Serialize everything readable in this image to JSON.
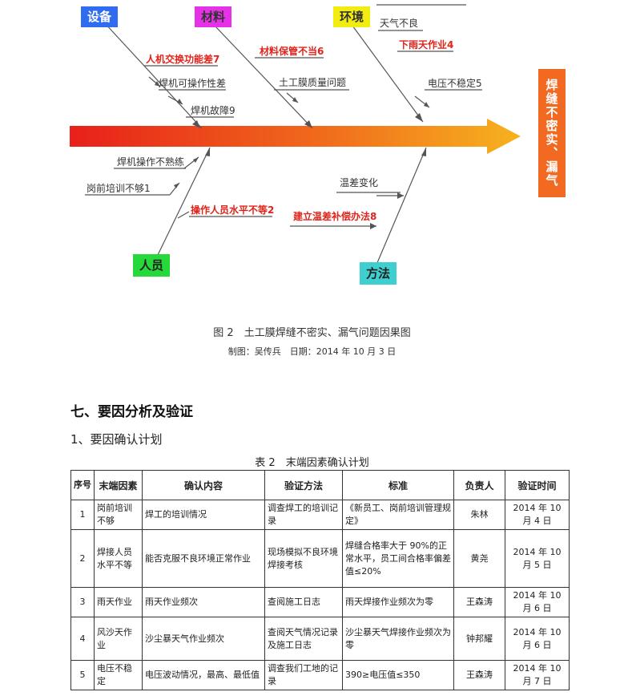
{
  "diagram": {
    "categories": {
      "equipment": "设备",
      "material": "材料",
      "environment": "环境",
      "people": "人员",
      "method": "方法"
    },
    "effect": "焊缝不密实、漏气",
    "causes": {
      "hmi": "人机交换功能差7",
      "operability": "焊机可操作性差",
      "welder_fault": "焊机故障9",
      "storage": "材料保管不当6",
      "membrane_quality": "土工膜质量问题",
      "bad_weather": "天气不良",
      "rain_work": "下雨天作业4",
      "voltage": "电压不稳定5",
      "unskilled": "焊机操作不熟练",
      "training": "岗前培训不够1",
      "uneven_level": "操作人员水平不等2",
      "temp_change": "温差变化",
      "temp_comp": "建立温差补偿办法8"
    },
    "colors": {
      "equipment": "#2f6cf0",
      "material": "#e632e6",
      "environment": "#f2ec10",
      "people": "#27d83a",
      "method": "#3fcfd0",
      "effect": "#f26a22"
    }
  },
  "figure": {
    "caption": "图 2　土工膜焊缝不密实、漏气问题因果图",
    "credit": "制图：吴传兵　日期：2014 年 10 月 3 日"
  },
  "section": {
    "heading": "七、要因分析及验证",
    "subheading": "1、要因确认计划"
  },
  "table": {
    "caption": "表 2　末端因素确认计划",
    "headers": [
      "序号",
      "末端因素",
      "确认内容",
      "验证方法",
      "标准",
      "负责人",
      "验证时间"
    ],
    "rows": [
      [
        "1",
        "岗前培训不够",
        "焊工的培训情况",
        "调查焊工的培训记录",
        "《新员工、岗前培训管理规定》",
        "朱林",
        "2014 年 10 月 4 日"
      ],
      [
        "2",
        "焊接人员水平不等",
        "能否克服不良环境正常作业",
        "现场模拟不良环境焊接考核",
        "焊缝合格率大于 90%的正常水平，员工间合格率偏差值≤20%",
        "黄尧",
        "2014 年 10 月 5 日"
      ],
      [
        "3",
        "雨天作业",
        "雨天作业频次",
        "查阅施工日志",
        "雨天焊接作业频次为零",
        "王森涛",
        "2014 年 10 月 6 日"
      ],
      [
        "4",
        "风沙天作业",
        "沙尘暴天气作业频次",
        "查阅天气情况记录及施工日志",
        "沙尘暴天气焊接作业频次为零",
        "钟邦耀",
        "2014 年 10 月 6 日"
      ],
      [
        "5",
        "电压不稳定",
        "电压波动情况，最高、最低值",
        "调查我们工地的记录",
        "390≥电压值≤350",
        "王森涛",
        "2014 年 10 月 7 日"
      ]
    ]
  }
}
